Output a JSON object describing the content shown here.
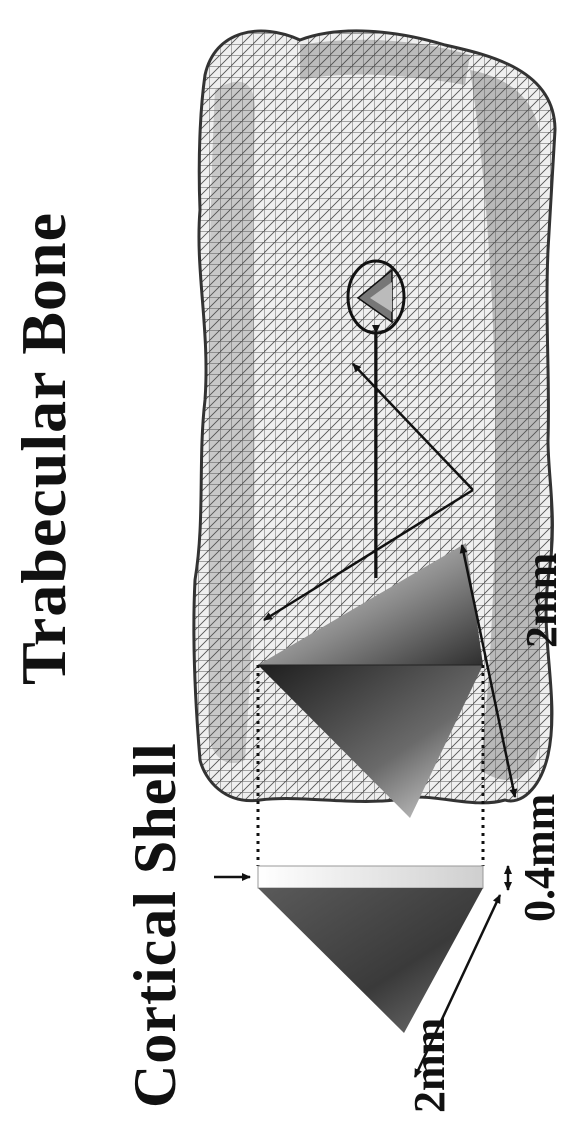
{
  "labels": {
    "trabecular_bone": "Trabecular Bone",
    "cortical_shell": "Cortical Shell",
    "dim_trabecular_edge": "2mm",
    "dim_cortical_thickness": "0.4mm",
    "dim_cortical_edge": "2mm"
  },
  "colors": {
    "ink": "#111111",
    "mesh": "#4a4a4a",
    "pyramid_dark": "#3c3c3c",
    "pyramid_light": "#d8d8d8"
  }
}
